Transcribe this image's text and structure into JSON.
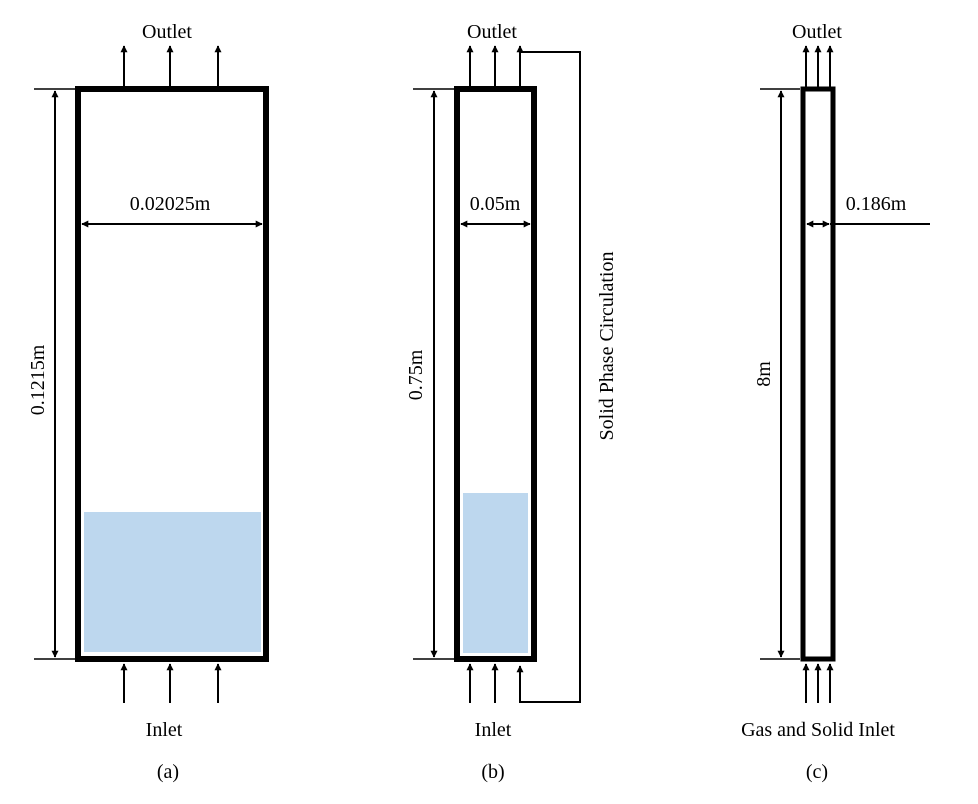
{
  "colors": {
    "stroke": "#000000",
    "bed_fill": "#bdd7ee",
    "background": "#ffffff"
  },
  "panel_a": {
    "outlet": "Outlet",
    "inlet": "Inlet",
    "width": "0.02025m",
    "height": "0.1215m",
    "caption": "(a)"
  },
  "panel_b": {
    "outlet": "Outlet",
    "inlet": "Inlet",
    "width": "0.05m",
    "height": "0.75m",
    "circulation": "Solid Phase Circulation",
    "caption": "(b)"
  },
  "panel_c": {
    "outlet": "Outlet",
    "inlet": "Gas and Solid Inlet",
    "width": "0.186m",
    "height": "8m",
    "caption": "(c)"
  }
}
